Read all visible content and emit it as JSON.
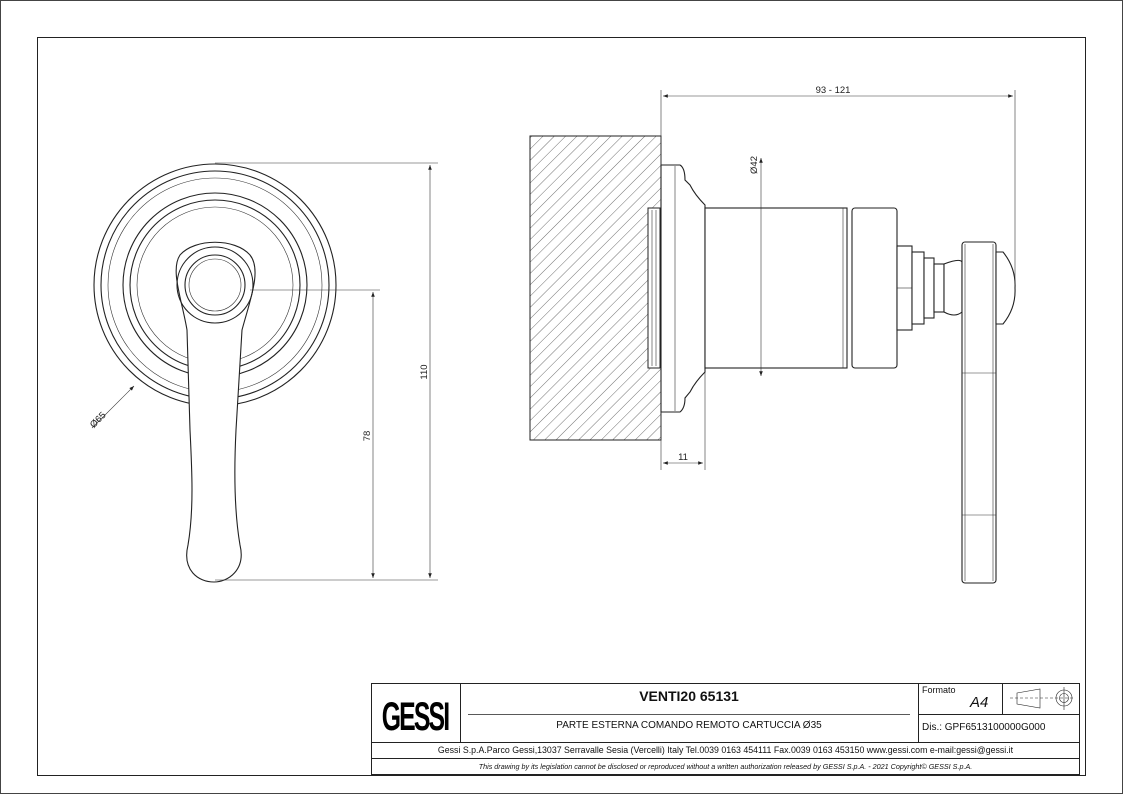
{
  "dimensions": {
    "overall_height": "110",
    "lever_length": "78",
    "plate_diameter": "Ø65",
    "depth_range": "93 - 121",
    "body_diameter": "Ø42",
    "plate_thickness": "11"
  },
  "title_block": {
    "logo_text": "GESSI",
    "product_title": "VENTI20 65131",
    "description": "PARTE ESTERNA COMANDO REMOTO CARTUCCIA Ø35",
    "format_label": "Formato",
    "format_value": "A4",
    "drawing_number": "Dis.: GPF6513100000G000",
    "company_info": "Gessi S.p.A.Parco Gessi,13037 Serravalle Sesia (Vercelli) Italy Tel.0039 0163 454111 Fax.0039 0163 453150 www.gessi.com e-mail:gessi@gessi.it",
    "disclaimer": "This drawing by its legislation cannot be disclosed or reproduced without a written authorization released by GESSI S.p.A. - 2021 Copyright© GESSI S.p.A."
  }
}
